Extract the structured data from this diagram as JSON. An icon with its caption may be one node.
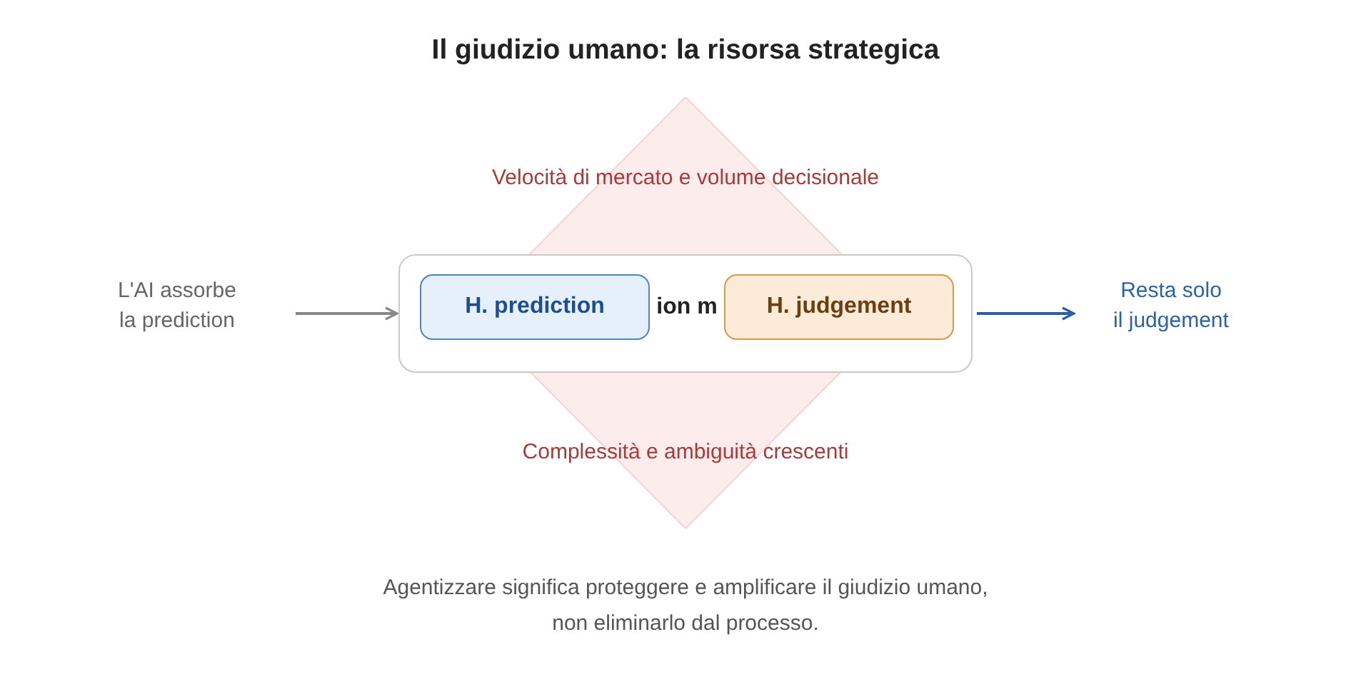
{
  "diagram": {
    "title": "Il giudizio umano: la risorsa strategica",
    "nodes": [
      {
        "text": [
          "L'AI assorbe la prediction"
        ]
      },
      {
        "text": [
          "Velocità di mercato e volume decisionale",
          "Complessità e ambiguità crescenti"
        ]
      },
      {
        "text": [
          "ion m"
        ]
      },
      {
        "text": [
          "H. prediction"
        ],
        "in": 2
      },
      {
        "text": [
          "H. judgement"
        ],
        "in": 2
      },
      {
        "text": [
          "Resta solo il judgement"
        ]
      }
    ],
    "edges": [
      {
        "from": 0,
        "to": 2,
        "arrow": "to",
        "color": "#888888"
      },
      {
        "from": 2,
        "to": 5,
        "arrow": "to",
        "color": "#2a5fa5"
      }
    ],
    "caption": "Agentizzare significa proteggere e amplificare il giudizio umano, non eliminarlo dal processo."
  }
}
